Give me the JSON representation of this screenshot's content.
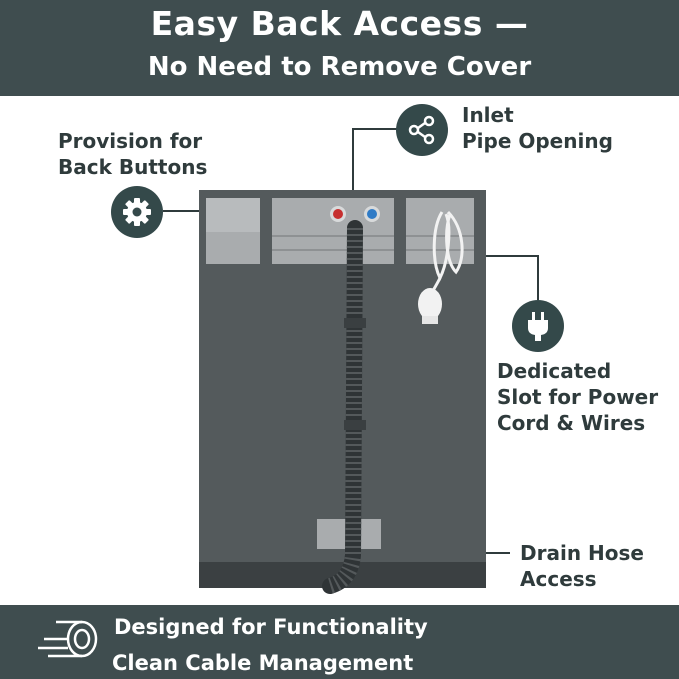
{
  "header": {
    "title_line1": "Easy Back Access —",
    "title_line2": "No Need to Remove Cover"
  },
  "callouts": {
    "back_buttons": {
      "line1": "Provision for",
      "line2": "Back Buttons",
      "icon": "gear-icon"
    },
    "inlet_pipe": {
      "line1": "Inlet",
      "line2": "Pipe Opening",
      "icon": "pipe-connection-icon"
    },
    "power_cord": {
      "line1": "Dedicated",
      "line2": "Slot for Power",
      "line3": "Cord & Wires",
      "icon": "power-plug-icon"
    },
    "drain_hose": {
      "line1": "Drain Hose",
      "line2": "Access"
    }
  },
  "footer": {
    "line1": "Designed for Functionality",
    "line2": "Clean Cable Management",
    "icon": "cable-roll-icon"
  },
  "colors": {
    "banner": "#3f4d4f",
    "icon_circle": "#34494a",
    "cabinet": "#545a5c",
    "text": "#2f3b3c"
  }
}
